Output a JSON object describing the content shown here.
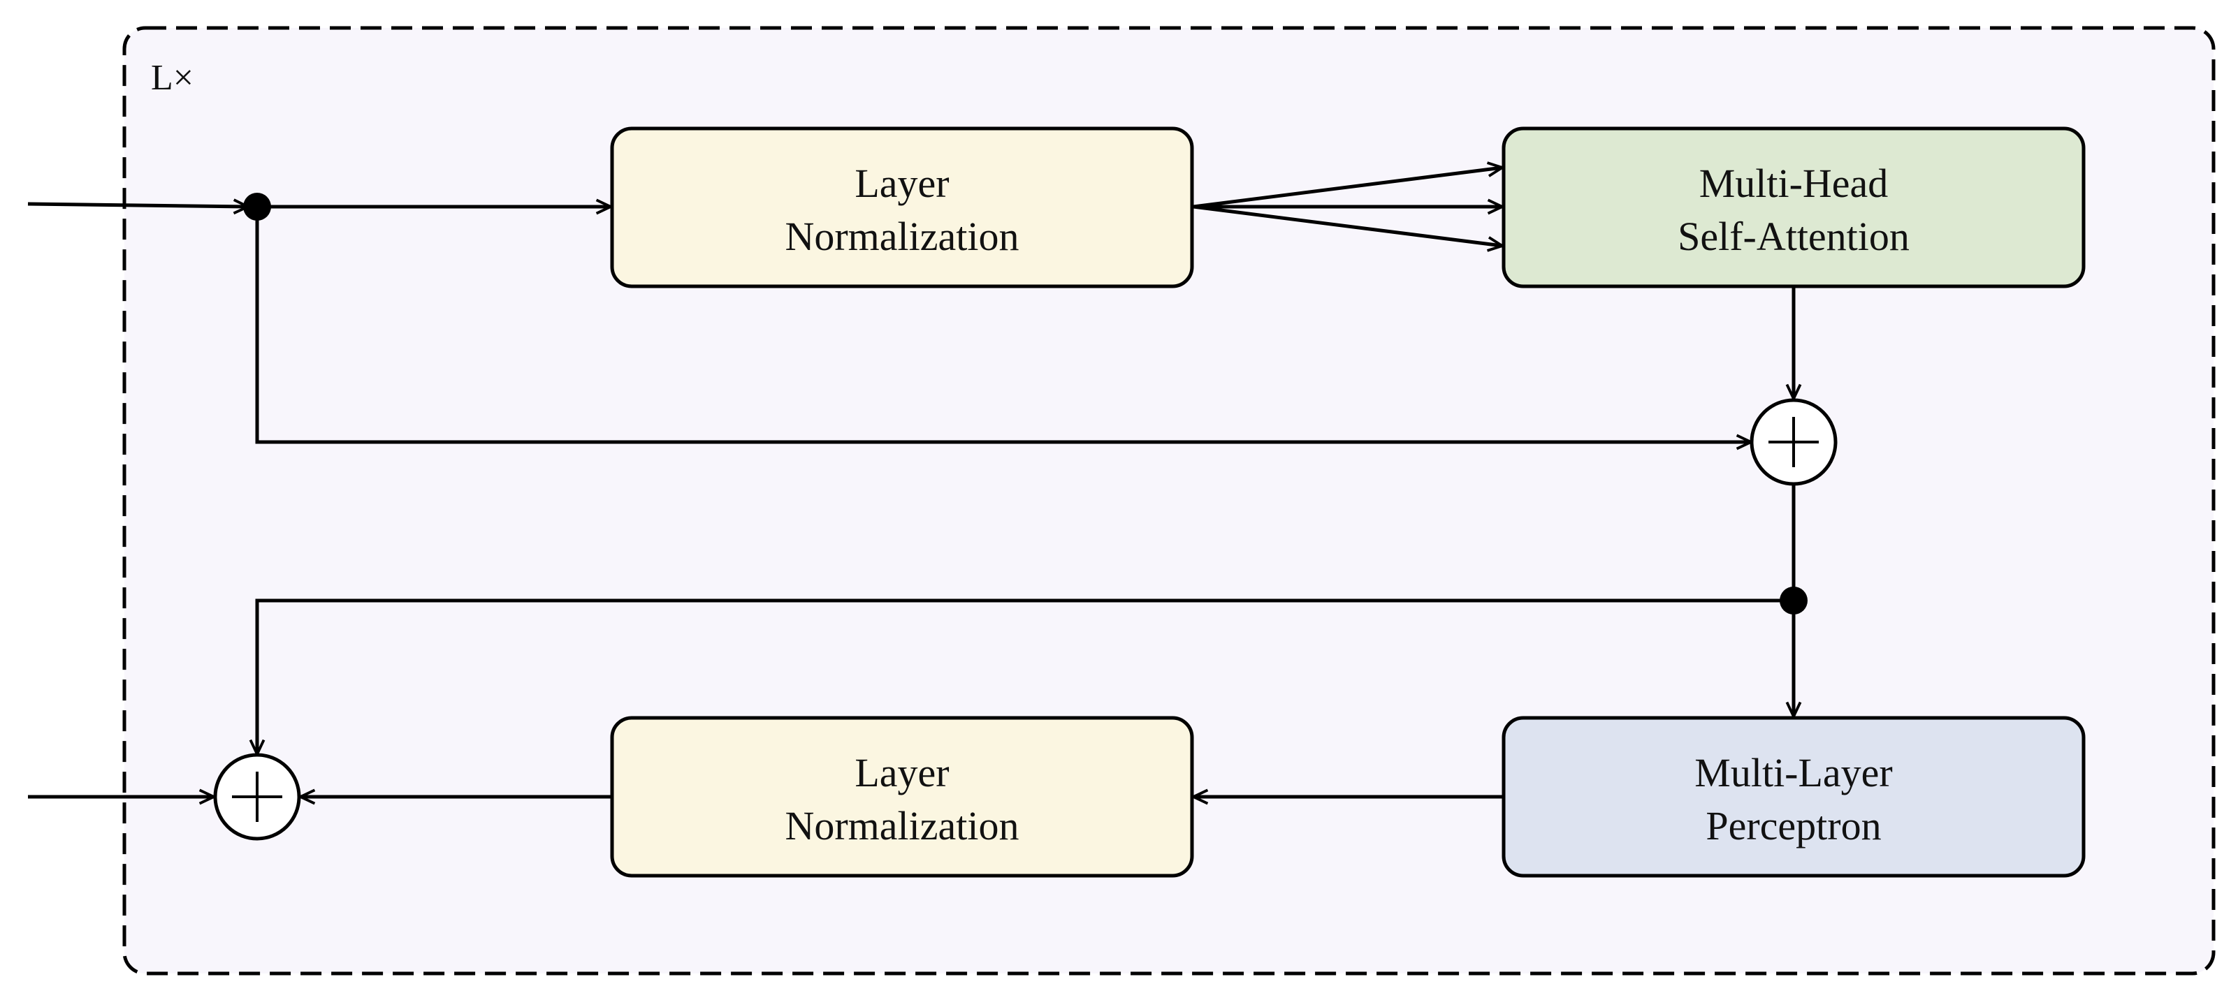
{
  "repeat": {
    "label": "L×"
  },
  "blocks": {
    "layer_norm_top": {
      "line1": "Layer",
      "line2": "Normalization",
      "fill": "#FBF6E1"
    },
    "mhsa": {
      "line1": "Multi-Head",
      "line2": "Self-Attention",
      "fill": "#DDE9D2"
    },
    "mlp": {
      "line1": "Multi-Layer",
      "line2": "Perceptron",
      "fill": "#DDE3F0"
    },
    "layer_norm_bottom": {
      "line1": "Layer",
      "line2": "Normalization",
      "fill": "#FBF6E1"
    }
  },
  "add_nodes": {
    "top": {
      "symbol": "+"
    },
    "bottom": {
      "symbol": "+"
    }
  },
  "colors": {
    "container_fill": "#F8F6FC",
    "container_stroke": "#000000",
    "line": "#000000"
  }
}
